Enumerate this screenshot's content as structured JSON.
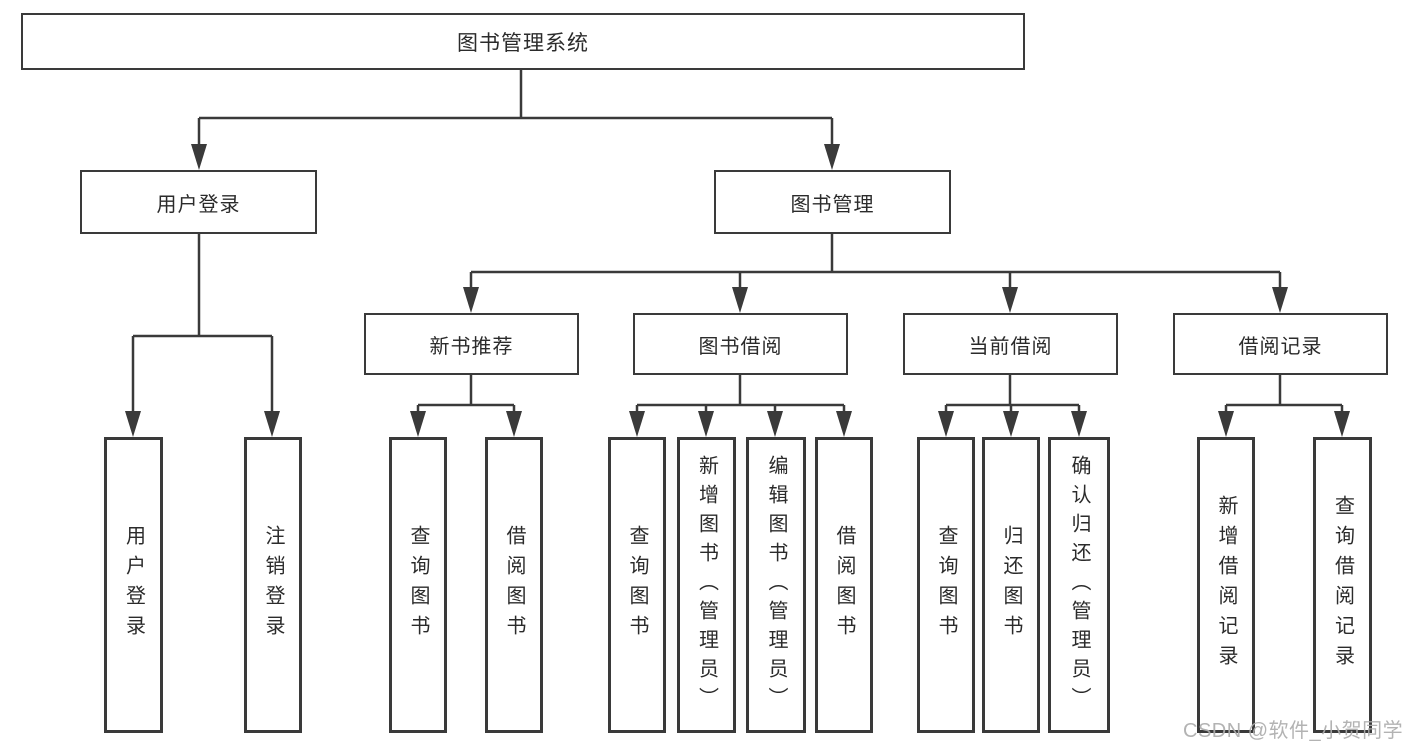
{
  "tree": {
    "label": "图书管理系统",
    "children": [
      {
        "label": "用户登录",
        "children": [
          {
            "label": "用户登录"
          },
          {
            "label": "注销登录"
          }
        ]
      },
      {
        "label": "图书管理",
        "children": [
          {
            "label": "新书推荐",
            "children": [
              {
                "label": "查询图书"
              },
              {
                "label": "借阅图书"
              }
            ]
          },
          {
            "label": "图书借阅",
            "children": [
              {
                "label": "查询图书"
              },
              {
                "label": "新增图书（管理员）"
              },
              {
                "label": "编辑图书（管理员）"
              },
              {
                "label": "借阅图书"
              }
            ]
          },
          {
            "label": "当前借阅",
            "children": [
              {
                "label": "查询图书"
              },
              {
                "label": "归还图书"
              },
              {
                "label": "确认归还（管理员）"
              }
            ]
          },
          {
            "label": "借阅记录",
            "children": [
              {
                "label": "新增借阅记录"
              },
              {
                "label": "查询借阅记录"
              }
            ]
          }
        ]
      }
    ]
  },
  "watermark": "CSDN @软件_小贺同学",
  "colors": {
    "line": "#3a3a3a",
    "text": "#2b2b2b",
    "watermark": "#adadad",
    "background": "#ffffff"
  }
}
